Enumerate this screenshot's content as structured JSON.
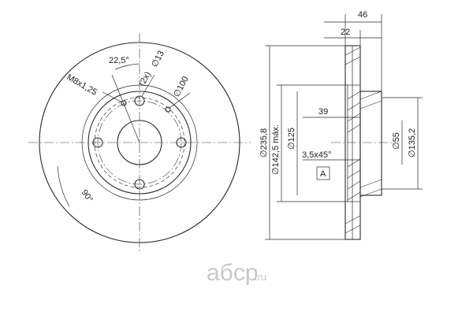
{
  "front_view": {
    "dim_angle_small": "22,5°",
    "dim_thread": "M8x1,25",
    "dim_holes_count": "(2x)",
    "dim_diameter_13": "∅13",
    "dim_diameter_100": "∅100",
    "dim_angle_90": "90°"
  },
  "side_view": {
    "dim_46": "46",
    "dim_22": "22",
    "dim_235_8": "∅235,8",
    "dim_142_5": "∅142,5 máx.",
    "dim_125": "∅125",
    "dim_39": "39",
    "dim_chamfer": "3,5x45°",
    "datum_a": "A",
    "dim_55": "∅55",
    "dim_135_2": "∅135,2"
  },
  "watermark": {
    "brand": "aбcp",
    "domain": ".ru"
  },
  "colors": {
    "line": "#2a2a2a",
    "watermark": "#c9c9c9"
  }
}
